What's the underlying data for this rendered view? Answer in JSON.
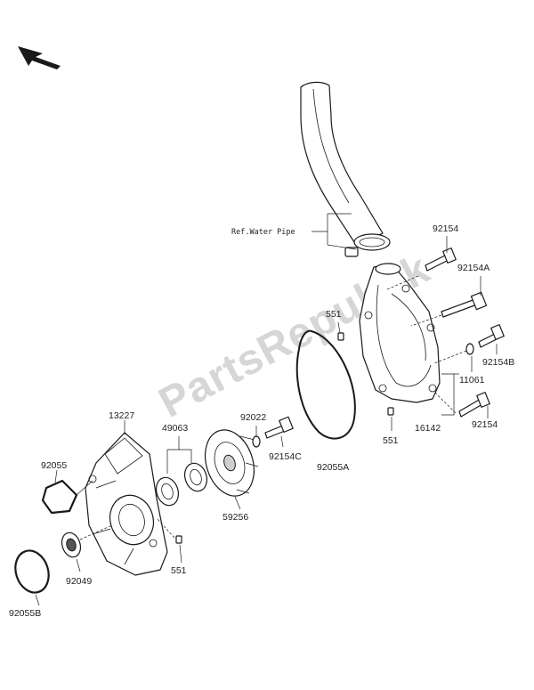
{
  "watermark": "PartsRepublik",
  "reference": "Ref.Water Pipe",
  "labels": {
    "p13227": "13227",
    "p92055": "92055",
    "p92055b": "92055B",
    "p92049": "92049",
    "p49063": "49063",
    "p551_left": "551",
    "p92022": "92022",
    "p92154c": "92154C",
    "p59256": "59256",
    "p92055a": "92055A",
    "p551_top": "551",
    "p551_right": "551",
    "p16142": "16142",
    "p11061": "11061",
    "p92154_top": "92154",
    "p92154a": "92154A",
    "p92154b": "92154B",
    "p92154_bottom": "92154"
  },
  "colors": {
    "line": "#1a1a1a",
    "watermark": "#d6d6d6"
  },
  "icons": {
    "orientation": "arrow-up-left-icon"
  }
}
